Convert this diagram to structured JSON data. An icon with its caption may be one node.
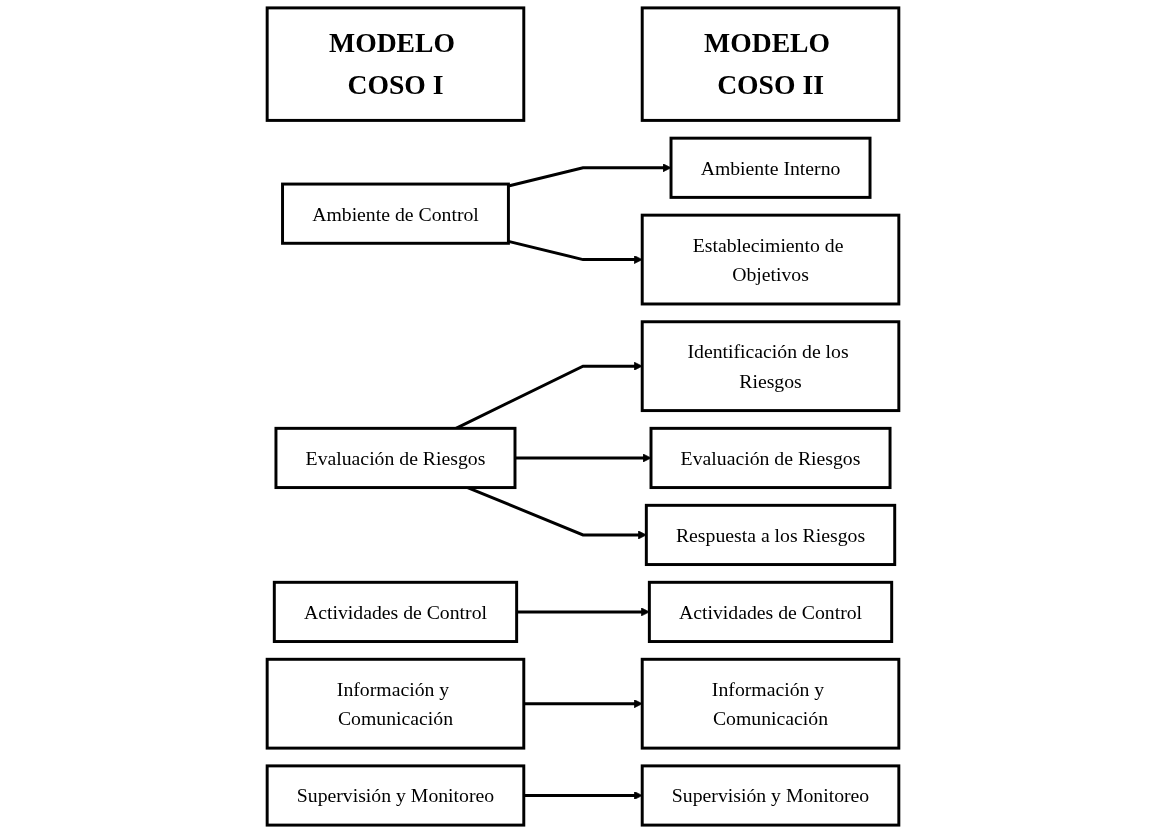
{
  "diagram": {
    "nodes": [
      {
        "text": [
          "MODELO COSO I"
        ]
      },
      {
        "text": [
          "MODELO COSO II"
        ]
      },
      {
        "text": [
          "Ambiente de Control"
        ]
      },
      {
        "text": [
          "Ambiente Interno"
        ]
      },
      {
        "text": [
          "Establecimiento de Objetivos"
        ]
      },
      {
        "text": [
          "Evaluación de Riesgos"
        ]
      },
      {
        "text": [
          "Identificación de los Riesgos"
        ]
      },
      {
        "text": [
          "Evaluación de Riesgos"
        ]
      },
      {
        "text": [
          "Respuesta a los Riesgos"
        ]
      },
      {
        "text": [
          "Actividades de Control"
        ]
      },
      {
        "text": [
          "Actividades de Control"
        ]
      },
      {
        "text": [
          "Información y Comunicación"
        ]
      },
      {
        "text": [
          "Información y Comunicación"
        ]
      },
      {
        "text": [
          "Supervisión y Monitoreo"
        ]
      },
      {
        "text": [
          "Supervisión y Monitoreo"
        ]
      }
    ],
    "edges": [
      {
        "from": 2,
        "to": 3,
        "arrow": "to"
      },
      {
        "from": 2,
        "to": 4,
        "arrow": "to"
      },
      {
        "from": 5,
        "to": 6,
        "arrow": "to"
      },
      {
        "from": 5,
        "to": 7,
        "arrow": "to"
      },
      {
        "from": 5,
        "to": 8,
        "arrow": "to"
      },
      {
        "from": 9,
        "to": 10,
        "arrow": "to"
      },
      {
        "from": 11,
        "to": 12,
        "arrow": "to"
      },
      {
        "from": 13,
        "to": 14,
        "arrow": "to"
      }
    ]
  }
}
